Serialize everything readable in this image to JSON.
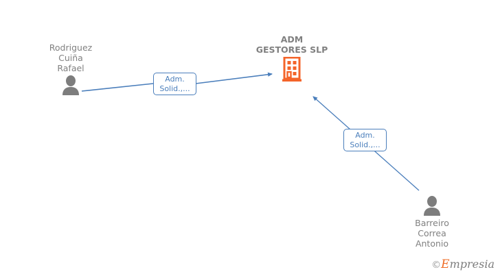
{
  "diagram": {
    "background_color": "#ffffff",
    "company": {
      "name": "ADM\nGESTORES SLP",
      "icon": "building-icon",
      "icon_color": "#f4642a",
      "label_color": "#808080"
    },
    "persons": [
      {
        "id": "rodriguez-cuina-rafael",
        "name": "Rodriguez\nCuiña\nRafael",
        "icon": "person-icon",
        "icon_color": "#7d7d7d",
        "label_color": "#808080"
      },
      {
        "id": "barreiro-correa-antonio",
        "name": "Barreiro\nCorrea\nAntonio",
        "icon": "person-icon",
        "icon_color": "#7d7d7d",
        "label_color": "#808080"
      }
    ],
    "edges": [
      {
        "id": "edge-rodriguez-to-adm",
        "from": "rodriguez-cuina-rafael",
        "to": "adm-gestores-slp",
        "label": "Adm.\nSolid.,...",
        "color": "#4a7ebb",
        "arrow": "to-company"
      },
      {
        "id": "edge-barreiro-to-adm",
        "from": "barreiro-correa-antonio",
        "to": "adm-gestores-slp",
        "label": "Adm.\nSolid.,...",
        "color": "#4a7ebb",
        "arrow": "to-company"
      }
    ]
  },
  "watermark": {
    "copyright": "©",
    "brand_initial": "E",
    "brand_rest": "mpresia"
  }
}
